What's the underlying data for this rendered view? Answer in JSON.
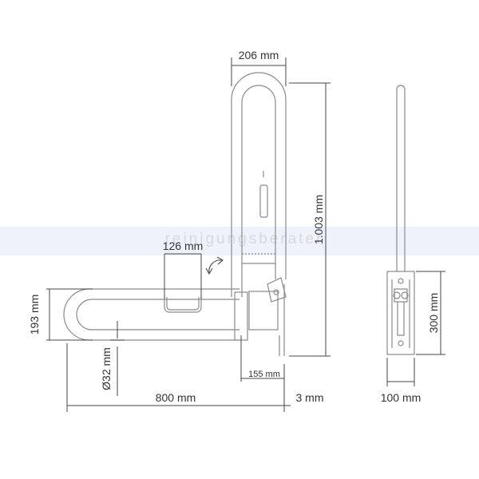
{
  "watermark": "reinigungsberater",
  "colors": {
    "outline": "#8a8a8a",
    "dimension": "#444444",
    "text": "#333333",
    "band": "#eef3fb"
  },
  "dimensions": {
    "top_width": "206 mm",
    "height_total": "1.003 mm",
    "inner_width": "126 mm",
    "outer_height": "193 mm",
    "tube_diameter": "Ø32 mm",
    "wall_offset": "155 mm",
    "length": "800 mm",
    "gap": "3 mm",
    "plate_height": "300 mm",
    "plate_width": "100 mm"
  }
}
